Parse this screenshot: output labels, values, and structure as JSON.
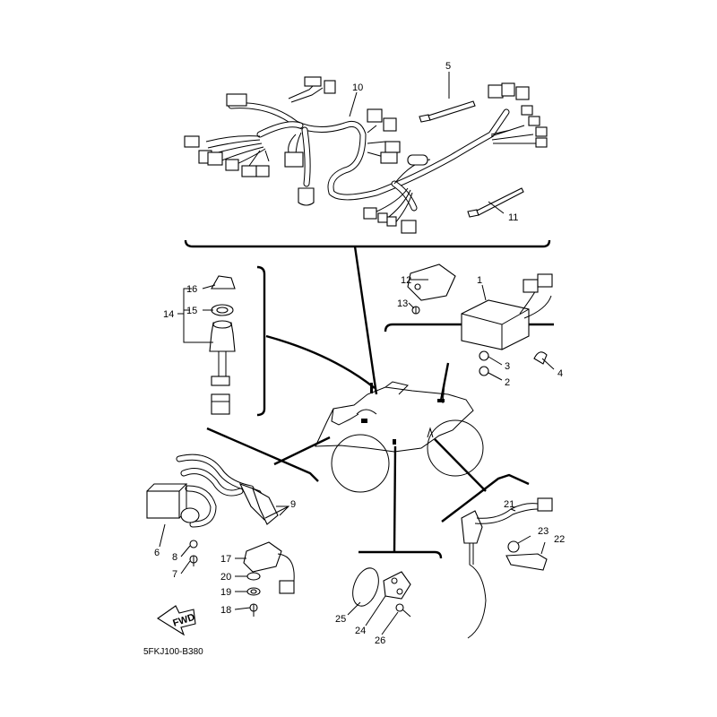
{
  "diagram": {
    "code": "5FKJ100-B380",
    "fwd_label": "FWD",
    "labels": {
      "l1": "1",
      "l2": "2",
      "l3": "3",
      "l4": "4",
      "l5": "5",
      "l6": "6",
      "l7": "7",
      "l8": "8",
      "l9": "9",
      "l10": "10",
      "l11": "11",
      "l12": "12",
      "l13": "13",
      "l14": "14",
      "l15": "15",
      "l16": "16",
      "l17": "17",
      "l18": "18",
      "l19": "19",
      "l20": "20",
      "l21": "21",
      "l22": "22",
      "l23": "23",
      "l24": "24",
      "l25": "25",
      "l26": "26"
    }
  }
}
